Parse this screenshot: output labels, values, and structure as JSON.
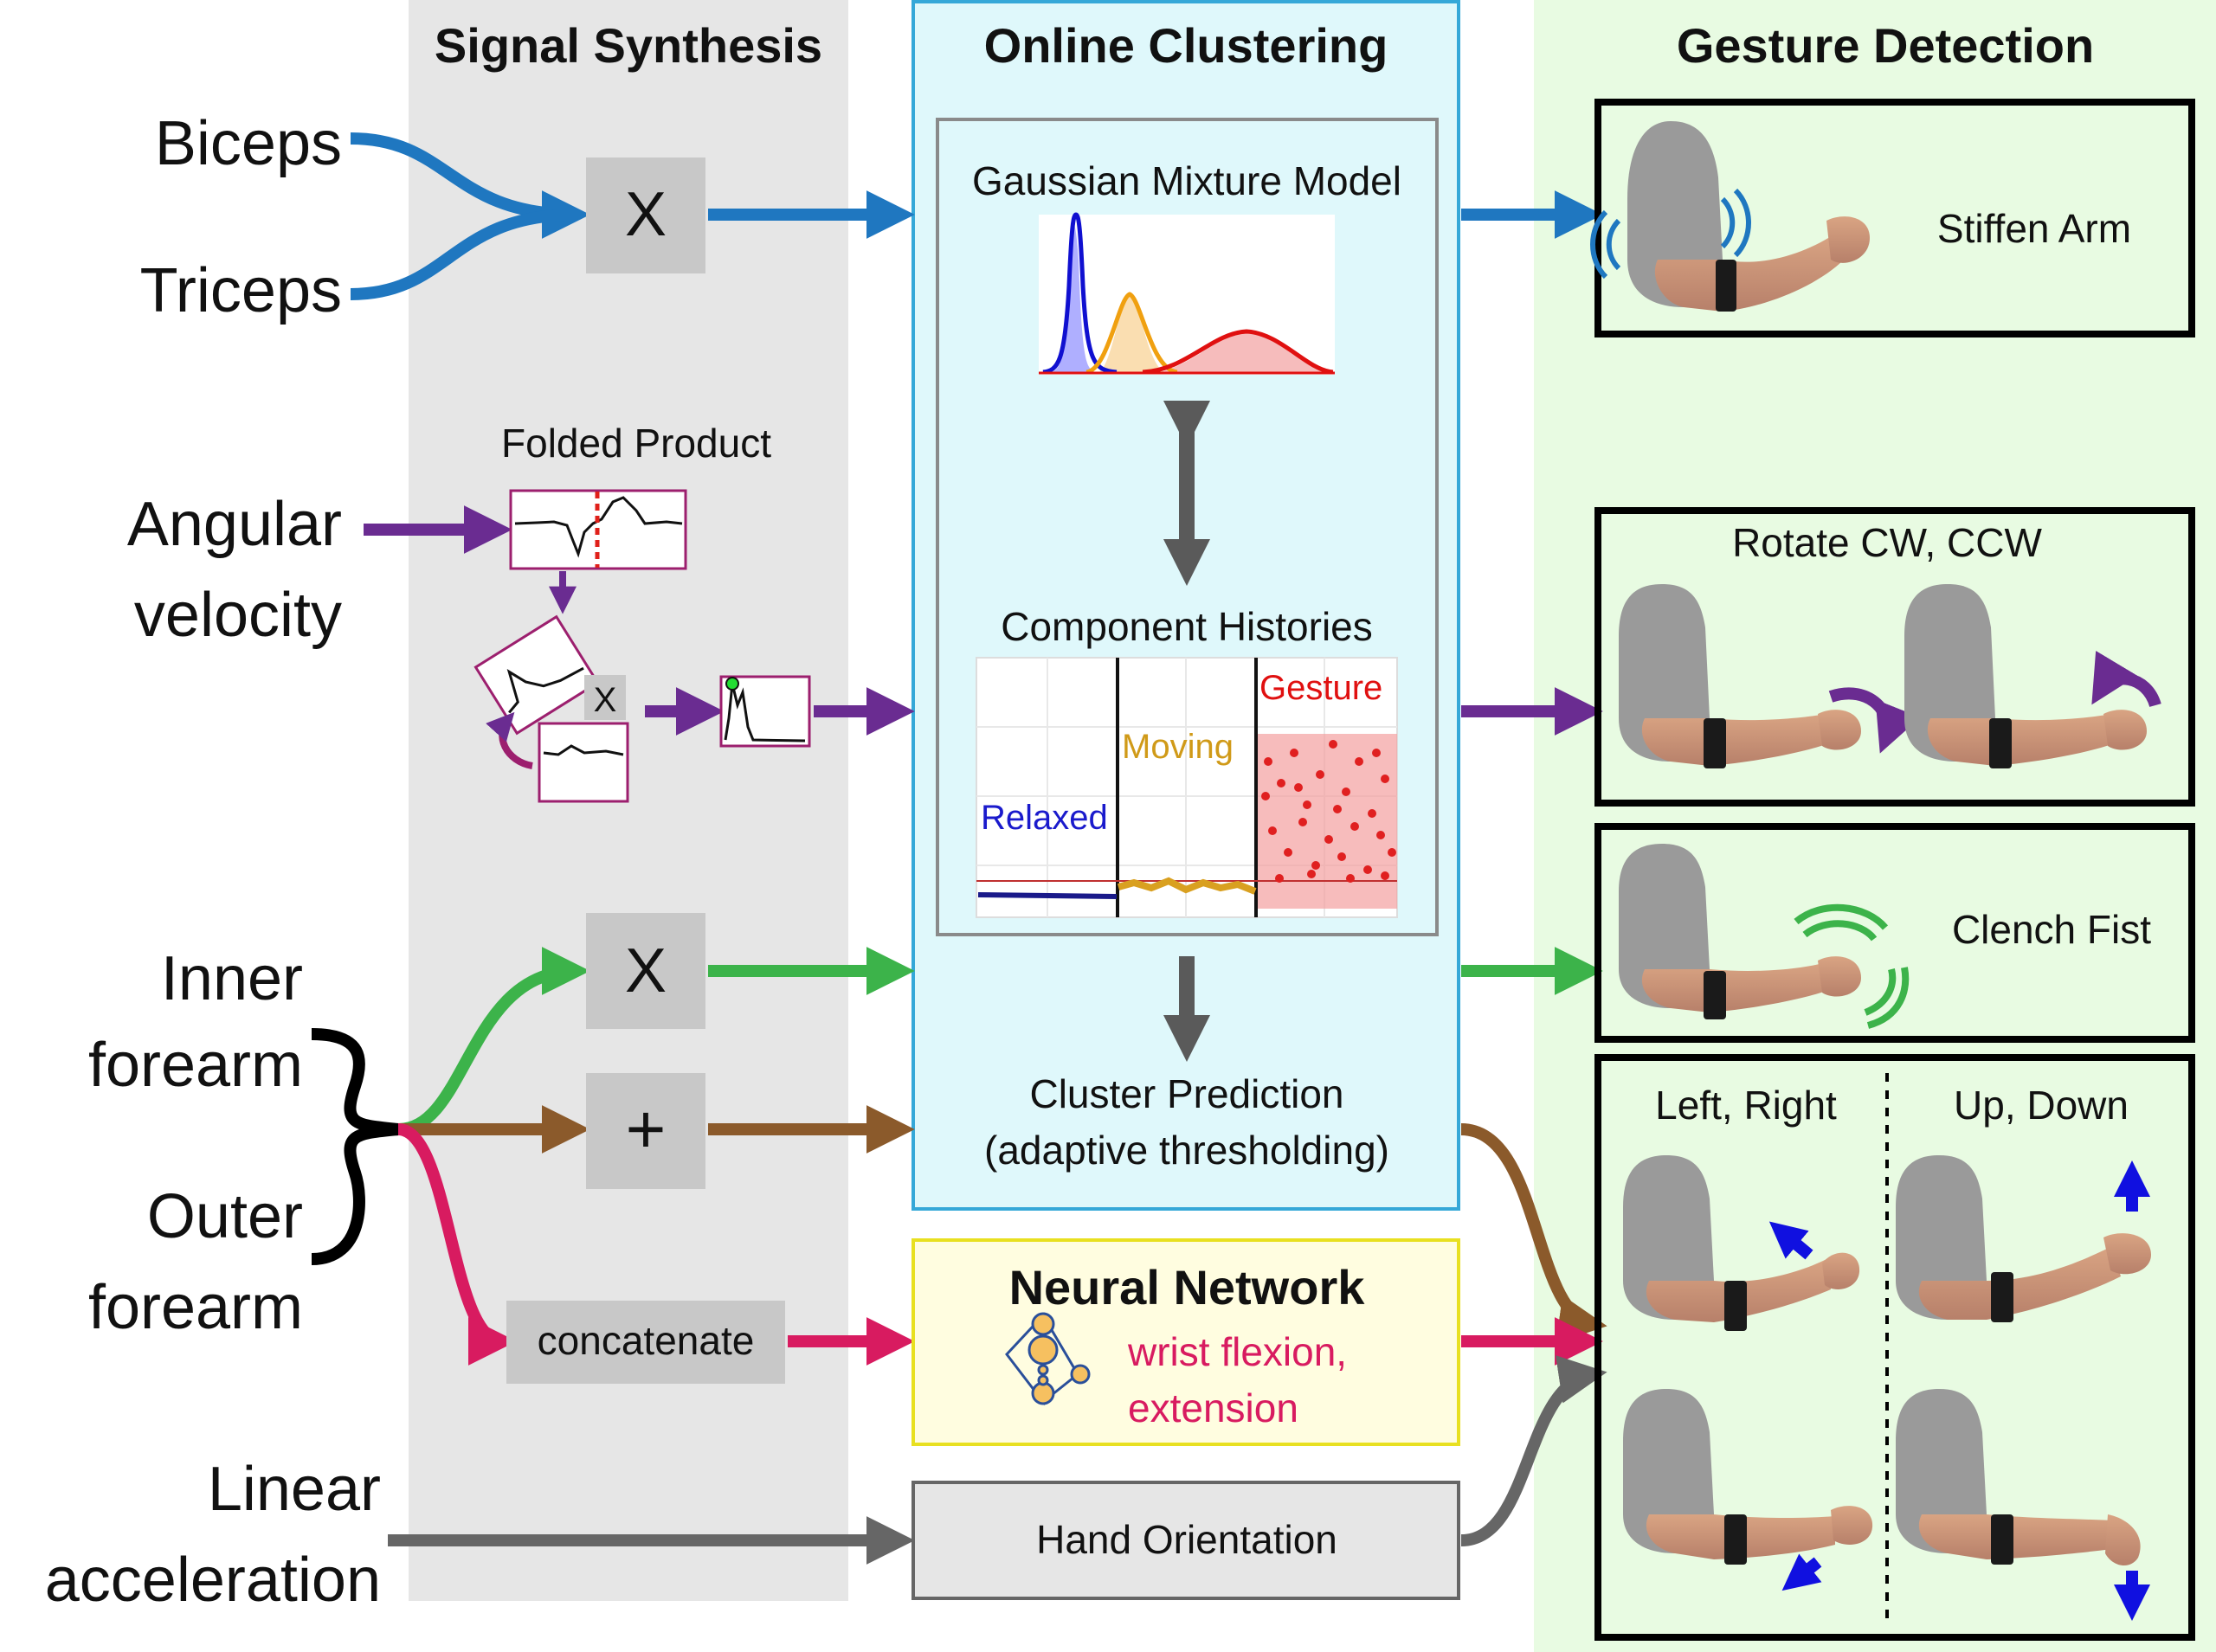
{
  "columns": {
    "signal_synthesis": "Signal Synthesis",
    "online_clustering": "Online Clustering",
    "gesture_detection": "Gesture Detection"
  },
  "inputs": {
    "biceps": "Biceps",
    "triceps": "Triceps",
    "angular_1": "Angular",
    "angular_2": "velocity",
    "inner_1": "Inner",
    "inner_2": "forearm",
    "outer_1": "Outer",
    "outer_2": "forearm",
    "linear_1": "Linear",
    "linear_2": "acceleration"
  },
  "ops": {
    "multiply": "X",
    "plus": "+",
    "folded_product": "Folded Product",
    "concatenate": "concatenate"
  },
  "clustering": {
    "gmm_title": "Gaussian Mixture Model",
    "histories_title": "Component Histories",
    "relaxed": "Relaxed",
    "moving": "Moving",
    "gesture": "Gesture",
    "prediction_1": "Cluster Prediction",
    "prediction_2": "(adaptive thresholding)"
  },
  "neural": {
    "title": "Neural Network",
    "line1": "wrist flexion,",
    "line2": "extension"
  },
  "hand_orientation": "Hand Orientation",
  "gestures": {
    "stiffen": "Stiffen Arm",
    "rotate": "Rotate CW, CCW",
    "clench": "Clench Fist",
    "left_right": "Left, Right",
    "up_down": "Up, Down"
  },
  "colors": {
    "blue": "#1f77c0",
    "purple": "#6a2c91",
    "green": "#3cb34a",
    "brown": "#8b5a2b",
    "pink": "#d81b60",
    "gray": "#666666"
  }
}
